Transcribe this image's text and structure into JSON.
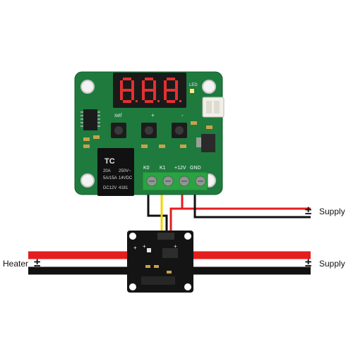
{
  "labels": {
    "supply_top": "Supply",
    "supply_bottom": "Supply",
    "heater": "Heater",
    "plus_minus": "±"
  },
  "controller_board": {
    "display_digits": [
      "8",
      "8",
      "8"
    ],
    "led_label": "LED",
    "sel_label": "sel",
    "relay_brand": "TC",
    "relay_text": [
      "20A",
      "5A/15A",
      "250V~",
      "14VDC",
      "DC12V",
      "4181"
    ],
    "terminal_labels": [
      "K0",
      "K1",
      "+12V",
      "GND"
    ]
  },
  "colors": {
    "pcb": "#1f7a3e",
    "pcb_dark": "#145c2c",
    "display": "#1a1a1a",
    "segment": "#e53030",
    "relay": "#111111",
    "terminal": "#2aa342",
    "mosfet_board": "#141414",
    "wire_red": "#e41e1e",
    "wire_black": "#111111",
    "wire_yellow": "#f2d600"
  }
}
